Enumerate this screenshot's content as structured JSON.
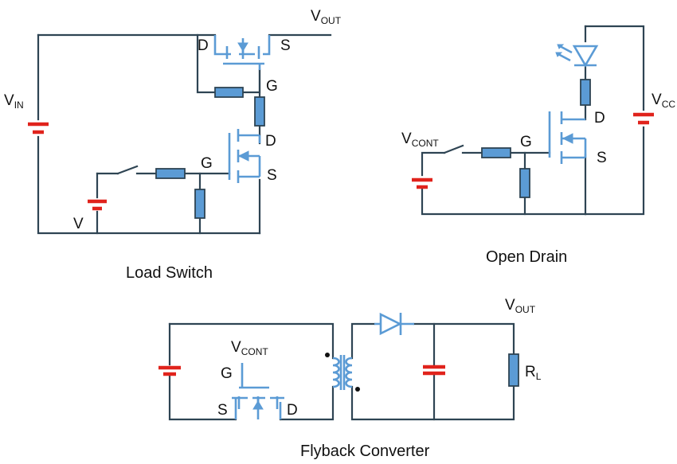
{
  "load_switch": {
    "title": "Load Switch",
    "vout": "V",
    "vout_sub": "OUT",
    "vin": "V",
    "vin_sub": "IN",
    "vsrc": "V",
    "q1_d": "D",
    "q1_s": "S",
    "q1_g": "G",
    "q2_d": "D",
    "q2_s": "S",
    "q2_g": "G"
  },
  "open_drain": {
    "title": "Open Drain",
    "vcont": "V",
    "vcont_sub": "CONT",
    "vcc": "V",
    "vcc_sub": "CC",
    "g": "G",
    "d": "D",
    "s": "S"
  },
  "flyback": {
    "title": "Flyback Converter",
    "vcont": "V",
    "vcont_sub": "CONT",
    "vout": "V",
    "vout_sub": "OUT",
    "rl": "R",
    "rl_sub": "L",
    "g": "G",
    "s": "S",
    "d": "D"
  },
  "colors": {
    "wire": "#2e4453",
    "component_blue": "#5b9bd5",
    "source_red": "#e0231c"
  }
}
